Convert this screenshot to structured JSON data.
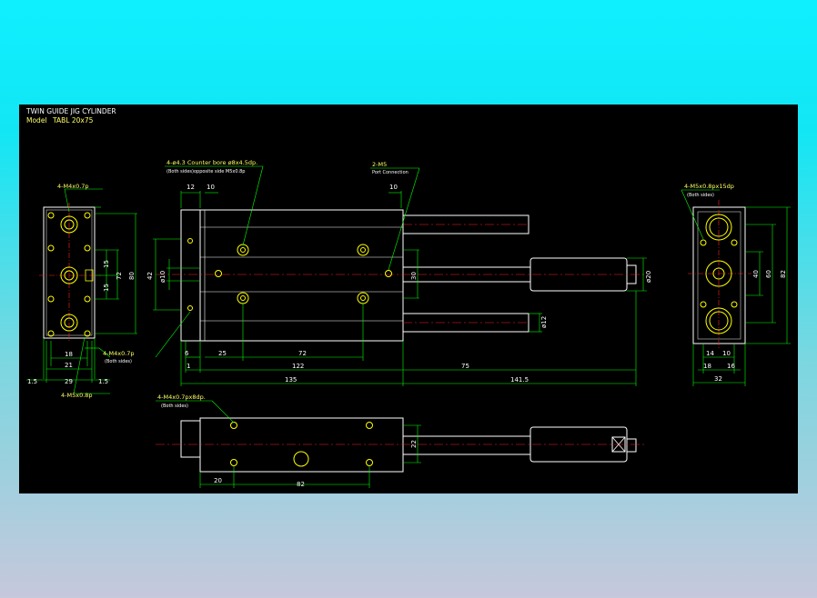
{
  "title_block": {
    "title": "TWIN GUIDE JIG CYLINDER",
    "model_label": "Model",
    "model_value": "TABL 20x75"
  },
  "left_view": {
    "callout_top": "4-M4x0.7p",
    "callout_mid": "4-M4x0.7p",
    "callout_mid_sub": "(Both sides)",
    "callout_bottom": "4-M5x0.8p",
    "dims": {
      "d15a": "15",
      "d15b": "15",
      "d72": "72",
      "d80": "80",
      "d18": "18",
      "d21": "21",
      "d29": "29",
      "d1_5a": "1.5",
      "d1_5b": "1.5"
    }
  },
  "front_view": {
    "callout_counterbore": "4-ø4.3 Counter bore ø8x4.5dp.",
    "callout_counterbore_sub": "(Both sides)opposite side M5x0.8p",
    "callout_port": "2-M5",
    "callout_port_sub": "Port Connection",
    "dims": {
      "d12": "12",
      "d10a": "10",
      "d10b": "10",
      "d42": "42",
      "phi10": "ø10",
      "d30": "30",
      "phi20": "ø20",
      "phi12": "ø12",
      "d6": "6",
      "d25": "25",
      "d72": "72",
      "d1": "1",
      "d122": "122",
      "d75": "75",
      "d135": "135",
      "d141_5": "141.5"
    }
  },
  "right_view": {
    "callout": "4-M5x0.8px15dp",
    "callout_sub": "(Both sides)",
    "dims": {
      "d40": "40",
      "d60": "60",
      "d82": "82",
      "d14": "14",
      "d10": "10",
      "d18": "18",
      "d16": "16",
      "d32": "32"
    }
  },
  "bottom_view": {
    "callout": "4-M4x0.7px8dp.",
    "callout_sub": "(Both sides)",
    "dims": {
      "d22": "22",
      "d20": "20",
      "d82": "82"
    }
  },
  "colors": {
    "background": "#000000",
    "outline": "#ffffff",
    "dimension": "#00ff00",
    "centerline": "#ff2020",
    "hole": "#ffff00"
  }
}
